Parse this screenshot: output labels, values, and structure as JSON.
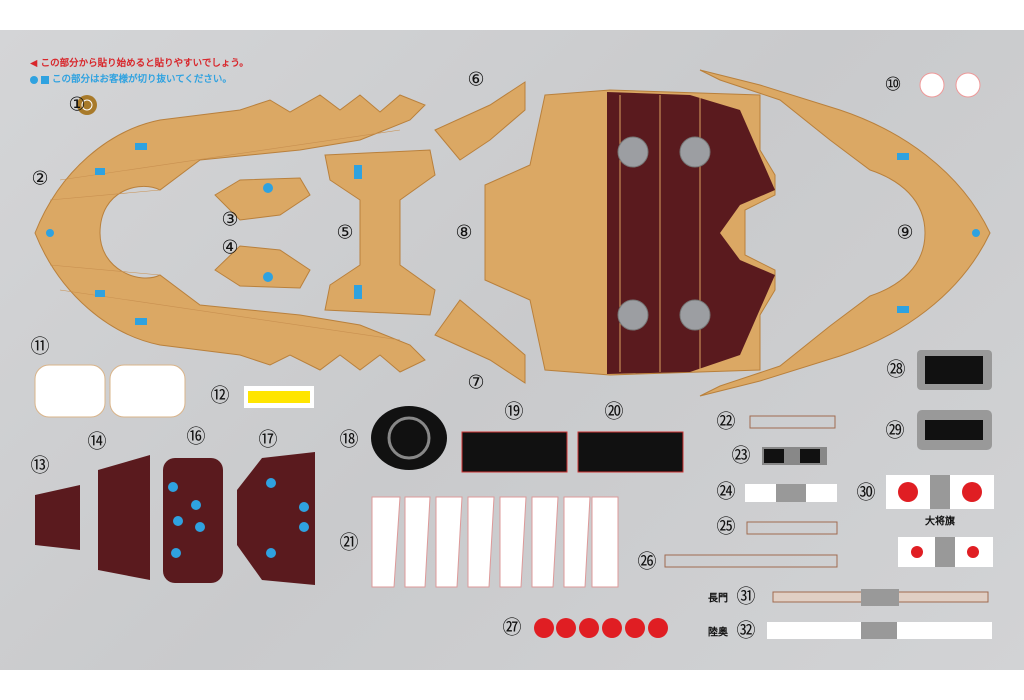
{
  "notes": {
    "start_here": "◀ この部分から貼り始めると貼りやすいでしょう。",
    "cut_out": "この部分はお客様が切り抜いてください。"
  },
  "parts": [
    "①",
    "②",
    "③",
    "④",
    "⑤",
    "⑥",
    "⑦",
    "⑧",
    "⑨",
    "⑩",
    "⑪",
    "⑫",
    "⑬",
    "⑭",
    "⑯",
    "⑰",
    "⑱",
    "⑲",
    "⑳",
    "㉑",
    "㉒",
    "㉓",
    "㉔",
    "㉕",
    "㉖",
    "㉗",
    "㉘",
    "㉙",
    "㉚",
    "㉛",
    "㉜"
  ],
  "labels": {
    "admiral_flag": "大将旗",
    "nagato": "長門",
    "mutsu": "陸奥"
  },
  "colors": {
    "wood": "#dba864",
    "wood_line": "#b9803c",
    "dark_deck": "#5a1a1e",
    "cut_blue": "#2fa2e0",
    "red": "#e01e23",
    "background": "#cbcccd"
  }
}
